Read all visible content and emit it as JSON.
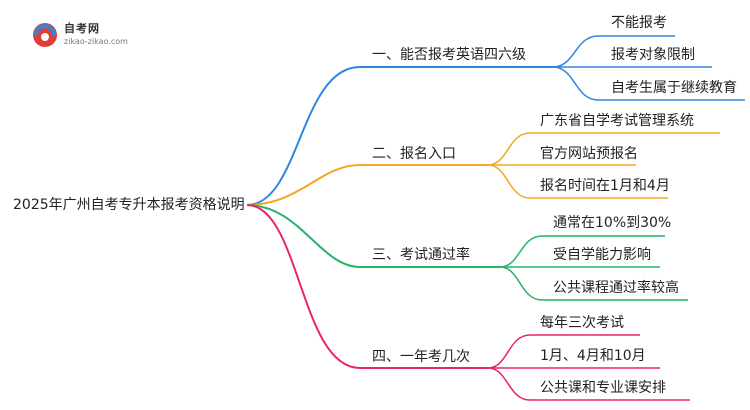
{
  "logo": {
    "name": "自考网",
    "url": "zikao-zikao.com"
  },
  "root": {
    "label": "2025年广州自考专升本报考资格说明"
  },
  "branches": [
    {
      "label": "一、能否报考英语四六级",
      "color": "#2e86de",
      "children": [
        "不能报考",
        "报考对象限制",
        "自考生属于继续教育"
      ]
    },
    {
      "label": "二、报名入口",
      "color": "#f5a623",
      "children": [
        "广东省自学考试管理系统",
        "官方网站预报名",
        "报名时间在1月和4月"
      ]
    },
    {
      "label": "三、考试通过率",
      "color": "#27b36a",
      "children": [
        "通常在10%到30%",
        "受自学能力影响",
        "公共课程通过率较高"
      ]
    },
    {
      "label": "四、一年考几次",
      "color": "#e8246b",
      "children": [
        "每年三次考试",
        "1月、4月和10月",
        "公共课和专业课安排"
      ]
    }
  ]
}
